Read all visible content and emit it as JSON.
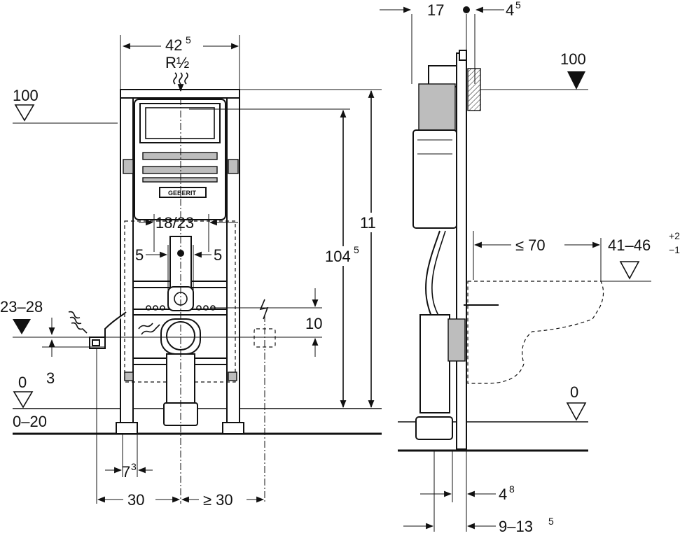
{
  "front_view": {
    "width_label": "42",
    "width_sup": "5",
    "connector_label": "R½",
    "level_top_label": "100",
    "height_frame_label": "11",
    "height_fixing_label": "104",
    "height_fixing_sup": "5",
    "flush_range_label": "18/23",
    "left_offset_label": "5",
    "right_offset_label": "5",
    "drain_height_label": "23–28",
    "drain_tol_label": "3",
    "electric_offset_label": "10",
    "level_floor_label": "0",
    "floor_range_label": "0–20",
    "pipe_offset_label": "7",
    "pipe_offset_sup": "3",
    "left_dist_label": "30",
    "right_dist_label": "≥ 30",
    "logo_text": "GEBERIT"
  },
  "side_view": {
    "depth_label": "17",
    "frame_depth_label": "4",
    "frame_depth_sup": "5",
    "level_top_label": "100",
    "wc_projection_label": "≤ 70",
    "wc_height_label": "41–46",
    "wc_height_tol_plus": "+2",
    "wc_height_tol_minus": "−1",
    "level_floor_label": "0",
    "foot_depth_label": "4",
    "foot_depth_sup": "8",
    "wall_gap_label": "9–13",
    "wall_gap_sup": "5"
  }
}
